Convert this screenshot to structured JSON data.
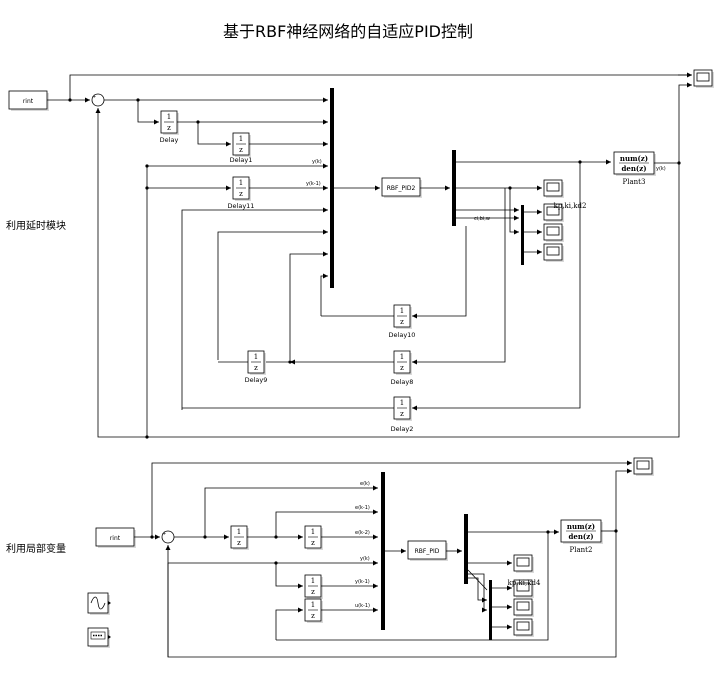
{
  "title": "基于RBF神经网络的自适应PID控制",
  "side_labels": {
    "top": "利用延时模块",
    "bottom": "利用局部变量"
  },
  "top_model": {
    "source": "rint",
    "controller": "RBF_PID2",
    "plant": {
      "num": "num(z)",
      "den": "den(z)",
      "label": "Plant3",
      "out_label": "y(k)"
    },
    "delays": {
      "delay": "Delay",
      "delay1": "Delay1",
      "delay11": "Delay11",
      "delay10": "Delay10",
      "delay8": "Delay8",
      "delay9": "Delay9",
      "delay2": "Delay2"
    },
    "unit_delay_num": "1",
    "unit_delay_den": "z",
    "signals": {
      "yk": "y(k)",
      "yk1": "y(k-1)",
      "ci": "ci,bi,w"
    },
    "scope_caption": "kp,ki,kd2"
  },
  "bottom_model": {
    "source": "rint",
    "controller": "RBF_PID",
    "plant": {
      "num": "num(z)",
      "den": "den(z)",
      "label": "Plant2"
    },
    "unit_delay_num": "1",
    "unit_delay_den": "z",
    "signals": {
      "ek": "e(k)",
      "ek1": "e(k-1)",
      "ek2": "e(k-2)",
      "yk": "y(k)",
      "yk1": "y(k-1)",
      "uk1": "u(k-1)"
    },
    "scope_caption": "kp,ki,kd4"
  }
}
